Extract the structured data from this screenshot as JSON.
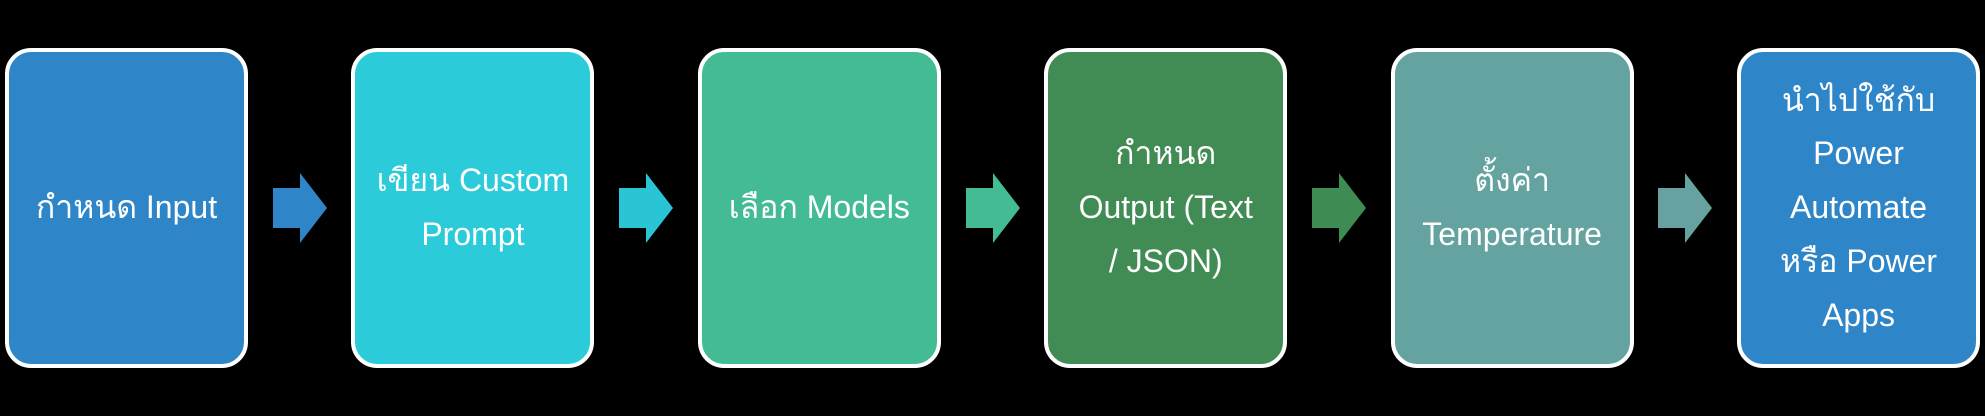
{
  "diagram": {
    "background_color": "#000000",
    "box_border_color": "#ffffff",
    "text_color": "#ffffff",
    "steps": [
      {
        "label": "กำหนด Input",
        "color": "#2E86C8"
      },
      {
        "label": "เขียน Custom\nPrompt",
        "color": "#2BCBDA"
      },
      {
        "label": "เลือก Models",
        "color": "#43BB95"
      },
      {
        "label": "กำหนด\nOutput (Text\n/ JSON)",
        "color": "#418B54"
      },
      {
        "label": "ตั้งค่า\nTemperature",
        "color": "#64A3A0"
      },
      {
        "label": "นำไปใช้กับ\nPower\nAutomate\nหรือ Power\nApps",
        "color": "#2E86C8"
      }
    ],
    "arrows": [
      {
        "color": "#2E86C8"
      },
      {
        "color": "#29C5D6"
      },
      {
        "color": "#43BB95"
      },
      {
        "color": "#3E8B53"
      },
      {
        "color": "#66A3A0"
      }
    ]
  }
}
